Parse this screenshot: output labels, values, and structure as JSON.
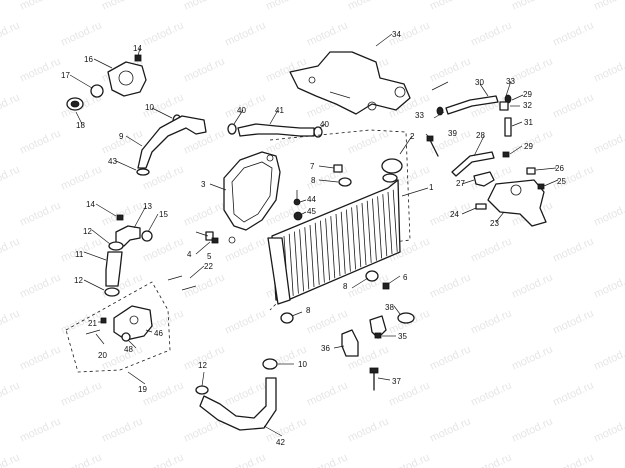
{
  "watermark": "motod.ru",
  "callouts": [
    "1",
    "2",
    "3",
    "4",
    "5",
    "6",
    "7",
    "8",
    "9",
    "10",
    "11",
    "12",
    "13",
    "14",
    "15",
    "16",
    "17",
    "18",
    "19",
    "20",
    "21",
    "22",
    "23",
    "24",
    "25",
    "26",
    "27",
    "28",
    "29",
    "30",
    "31",
    "32",
    "33",
    "34",
    "35",
    "36",
    "37",
    "38",
    "39",
    "40",
    "41",
    "42",
    "43",
    "44",
    "45",
    "46",
    "48"
  ]
}
